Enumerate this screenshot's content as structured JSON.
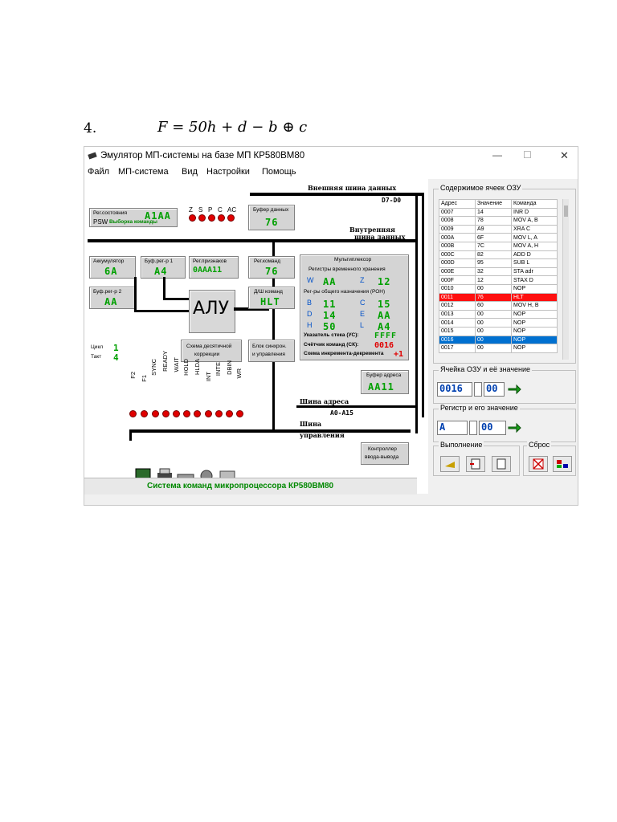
{
  "doc": {
    "item_number": "4.",
    "formula": "F = 50h + d − b ⊕ c"
  },
  "window": {
    "title": "Эмулятор МП-системы на базе МП КР580ВМ80",
    "controls": {
      "minimize": "—",
      "maximize": "☐",
      "close": "✕"
    }
  },
  "menu": [
    "Файл",
    "МП-система",
    "Вид",
    "Настройки",
    "Помощь"
  ],
  "buses": {
    "external_data": "Внешняя шина данных",
    "external_data_bits": "D7-D0",
    "internal_data_1": "Внутренняя",
    "internal_data_2": "шина данных",
    "address": "Шина адреса",
    "address_bits": "A0-A15",
    "control_1": "Шина",
    "control_2": "управления"
  },
  "state_register": {
    "label": "Рег.состояния",
    "psw_label": "PSW",
    "psw_text": "Выборка команды",
    "value": "A1AA"
  },
  "flags": [
    "Z",
    "S",
    "P",
    "C",
    "AC"
  ],
  "data_buffer": {
    "label": "Буфер данных",
    "value": "76"
  },
  "accumulator": {
    "label": "Аккумулятор",
    "value": "6A"
  },
  "buf_reg1": {
    "label": "Буф.рег-р 1",
    "value": "A4"
  },
  "flag_register": {
    "label": "Рег.признаков",
    "value": "0AAA11"
  },
  "command_register": {
    "label": "Рег.команд",
    "value": "76"
  },
  "buf_reg2": {
    "label": "Буф.рег-р 2",
    "value": "AA"
  },
  "alu": {
    "label": "АЛУ"
  },
  "decoder": {
    "label": "Д/Ш команд",
    "value": "HLT"
  },
  "mux": {
    "label": "Мультиплексор"
  },
  "temp_regs": {
    "label": "Регистры временного хранения",
    "w_label": "W",
    "w_value": "AA",
    "z_label": "Z",
    "z_value": "12"
  },
  "gp_regs": {
    "label": "Рег-ры общего назначения (РОН)",
    "b_label": "B",
    "b_value": "11",
    "c_label": "C",
    "c_value": "15",
    "d_label": "D",
    "d_value": "14",
    "e_label": "E",
    "e_value": "AA",
    "h_label": "H",
    "h_value": "50",
    "l_label": "L",
    "l_value": "A4"
  },
  "stack_pointer": {
    "label": "Указатель стека (УС):",
    "value": "FFFF"
  },
  "program_counter": {
    "label": "Счётчик команд (СК):",
    "value": "0016"
  },
  "incdec": {
    "label": "Схема инкремента-декремента",
    "value": "+1"
  },
  "addr_buffer": {
    "label": "Буфер адреса",
    "value": "AA11"
  },
  "decimal_corr": {
    "label_1": "Схема десятичной",
    "label_2": "коррекции"
  },
  "control_block": {
    "label_1": "Блок синхрон.",
    "label_2": "и управления"
  },
  "cycle": {
    "label": "Цикл",
    "value": "1"
  },
  "tact": {
    "label": "Такт",
    "value": "4"
  },
  "signals": [
    "F2",
    "F1",
    "SYNC",
    "READY",
    "WAIT",
    "HOLD",
    "HLDA",
    "INT",
    "INTE",
    "DBIN",
    "WR"
  ],
  "io_controller": {
    "label_1": "Контроллер",
    "label_2": "ввода-вывода"
  },
  "status_bar": {
    "text": "Система команд микропроцессора КР580ВМ80"
  },
  "memory": {
    "title": "Содержимое ячеек ОЗУ",
    "headers": [
      "Адрес",
      "Значение",
      "Команда"
    ],
    "rows": [
      [
        "0007",
        "14",
        "INR D"
      ],
      [
        "0008",
        "78",
        "MOV A, B"
      ],
      [
        "0009",
        "A9",
        "XRA C"
      ],
      [
        "000A",
        "6F",
        "MOV L, A"
      ],
      [
        "000B",
        "7C",
        "MOV A, H"
      ],
      [
        "000C",
        "82",
        "ADD D"
      ],
      [
        "000D",
        "95",
        "SUB L"
      ],
      [
        "000E",
        "32",
        "STA adr"
      ],
      [
        "000F",
        "12",
        "STAX D"
      ],
      [
        "0010",
        "00",
        "NOP"
      ],
      [
        "0011",
        "76",
        "HLT"
      ],
      [
        "0012",
        "60",
        "MOV H, B"
      ],
      [
        "0013",
        "00",
        "NOP"
      ],
      [
        "0014",
        "00",
        "NOP"
      ],
      [
        "0015",
        "00",
        "NOP"
      ],
      [
        "0016",
        "00",
        "NOP"
      ],
      [
        "0017",
        "00",
        "NOP"
      ]
    ],
    "highlight_row": 10,
    "selected_row": 15
  },
  "cell_panel": {
    "title": "Ячейка ОЗУ и её значение",
    "address": "0016",
    "value": "00"
  },
  "reg_panel": {
    "title": "Регистр и его значение",
    "register": "A",
    "value": "00"
  },
  "exec_panel": {
    "title": "Выполнение"
  },
  "reset_panel": {
    "title": "Сброс"
  }
}
